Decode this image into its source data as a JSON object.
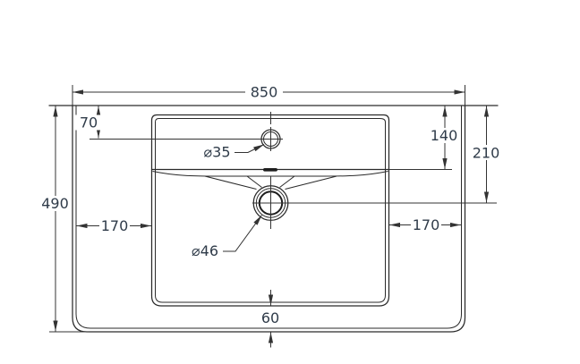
{
  "drawing": {
    "title": "washbasin-top-view-dimension-drawing",
    "units": "mm",
    "colors": {
      "background": "#ffffff",
      "edge_line": "#2a2a2a",
      "dimension_line": "#333333",
      "dimension_text": "#2f3b49"
    },
    "dimensions": {
      "overall_width": "850",
      "overall_depth": "490",
      "faucet_center_from_back": "70",
      "ledge_depth_from_back": "140",
      "drain_center_from_back": "210",
      "left_inset": "170",
      "right_inset": "170",
      "front_apron_height": "60",
      "faucet_hole_diameter": "⌀35",
      "drain_hole_diameter": "⌀46"
    }
  }
}
